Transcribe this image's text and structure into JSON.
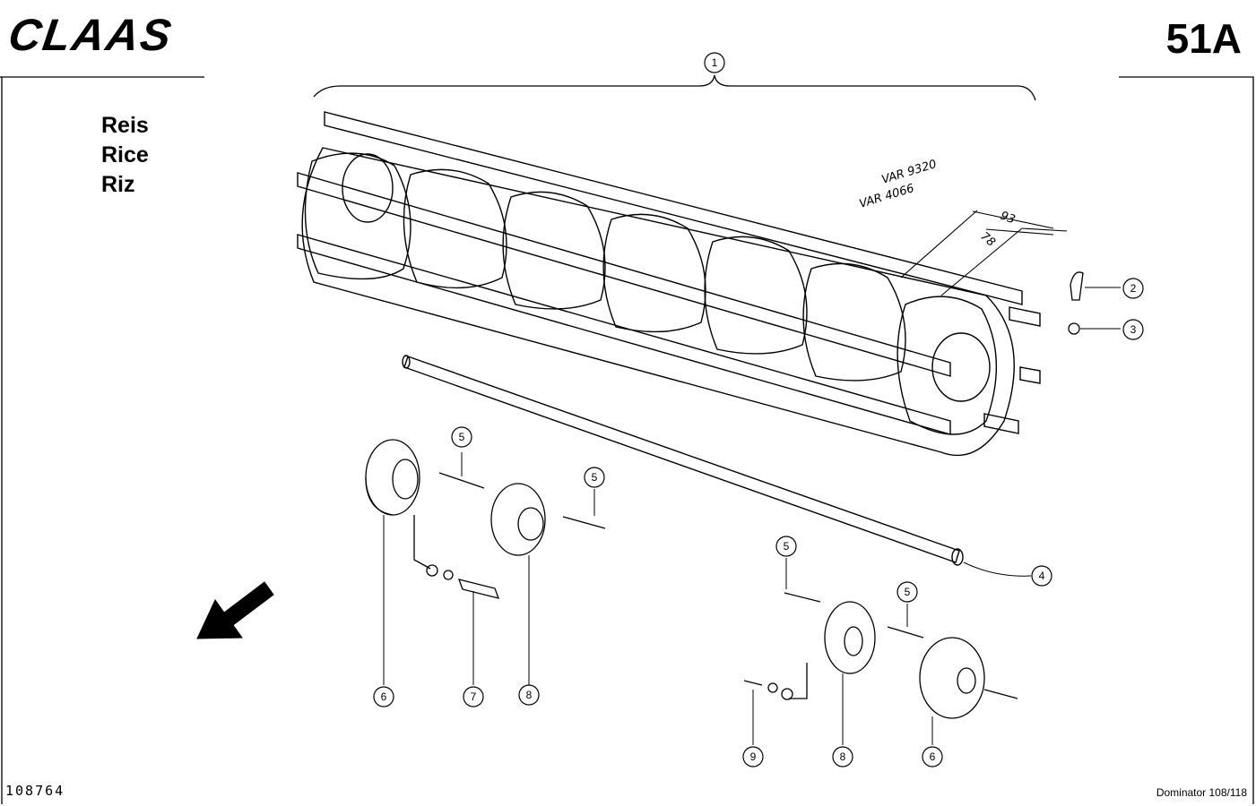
{
  "header": {
    "logo_text": "CLAAS",
    "page_number": "51A"
  },
  "crop_labels": [
    "Reis",
    "Rice",
    "Riz"
  ],
  "footer": {
    "reference_number": "108764",
    "model": "Dominator 108/118"
  },
  "dimension_labels": {
    "var_a": "VAR 9320",
    "var_b": "VAR 4066",
    "dim_a": "93",
    "dim_b": "78"
  },
  "callouts": [
    "1",
    "2",
    "3",
    "4",
    "5",
    "5",
    "5",
    "5",
    "6",
    "7",
    "8",
    "8",
    "9",
    "6"
  ],
  "colors": {
    "ink": "#000000",
    "paper": "#ffffff"
  }
}
